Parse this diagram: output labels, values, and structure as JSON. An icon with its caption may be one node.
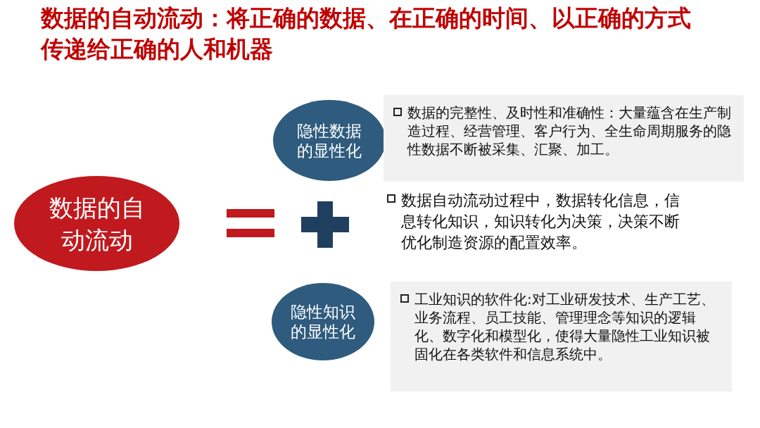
{
  "diagram": {
    "title": "数据的自动流动：将正确的数据、在正确的时间、以正确的方式传递给正确的人和机器",
    "nodes": [
      {
        "text": [
          "数据的自动流动"
        ]
      },
      {
        "text": [
          "隐性数据的显性化"
        ]
      },
      {
        "text": [
          "数据的完整性、及时性和准确性：大量蕴含在生产制造过程、经营管理、客户行为、全生命周期服务的隐性数据不断被采集、汇聚、加工。"
        ]
      },
      {
        "text": [
          "隐性知识的显性化"
        ]
      },
      {
        "text": [
          "工业知识的软件化:对工业研发技术、生产工艺、业务流程、员工技能、管理理念等知识的逻辑化、数字化和模型化，使得大量隐性工业知识被固化在各类软件和信息系统中。"
        ]
      }
    ],
    "labels": [
      "数据自动流动过程中，数据转化信息，信息转化知识，知识转化为决策，决策不断优化制造资源的配置效率。"
    ]
  }
}
